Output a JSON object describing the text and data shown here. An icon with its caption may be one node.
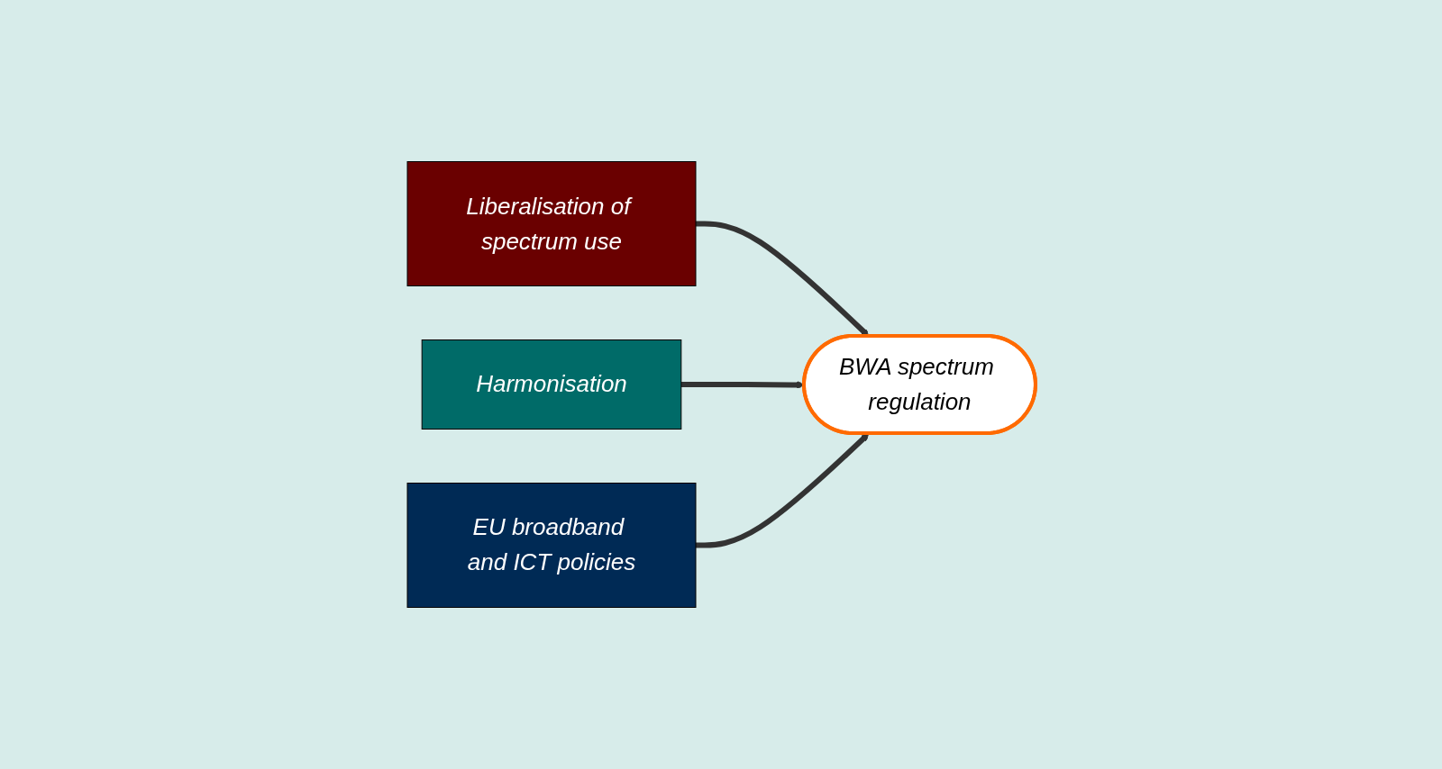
{
  "diagram": {
    "nodes": [
      {
        "text": [
          "Liberalisation of spectrum use"
        ]
      },
      {
        "text": [
          "BWA spectrum regulation"
        ]
      },
      {
        "text": [
          "Harmonisation"
        ]
      },
      {
        "text": [
          "EU broadband and ICT policies"
        ]
      }
    ],
    "edges": [
      {
        "from": 0,
        "to": 1,
        "arrow": "to"
      },
      {
        "from": 2,
        "to": 1,
        "arrow": "to"
      },
      {
        "from": 3,
        "to": 1,
        "arrow": "to"
      }
    ]
  }
}
